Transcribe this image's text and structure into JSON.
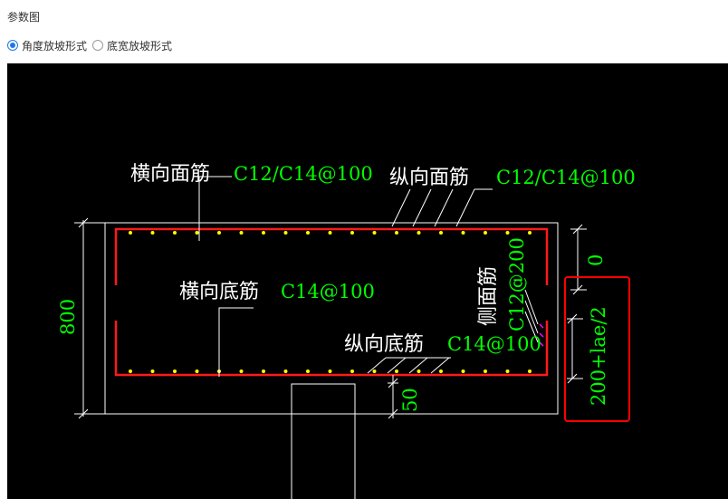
{
  "panel": {
    "title": "参数图"
  },
  "radio": {
    "options": [
      {
        "label": "角度放坡形式",
        "checked": true
      },
      {
        "label": "底宽放坡形式",
        "checked": false
      }
    ]
  },
  "diagram": {
    "labels": {
      "top_transverse_name": "横向面筋",
      "top_transverse_spec": "C12/C14@100",
      "top_longitudinal_name": "纵向面筋",
      "top_longitudinal_spec": "C12/C14@100",
      "bottom_transverse_name": "横向底筋",
      "bottom_transverse_spec": "C14@100",
      "bottom_longitudinal_name": "纵向底筋",
      "bottom_longitudinal_spec": "C14@100",
      "side_name": "侧面筋",
      "side_spec": "C12@200"
    },
    "dimensions": {
      "height": "800",
      "top_offset": "0",
      "side_length": "200+lae/2",
      "bottom_offset": "50"
    },
    "colors": {
      "background": "#000000",
      "outline": "#ffffff",
      "rebar": "#ff1a1a",
      "rebar_dots": "#ffff00",
      "spec_text": "#00ff00",
      "name_text": "#ffffff",
      "side_ticks": "#ff00ff",
      "highlight": "#ff0000"
    }
  }
}
